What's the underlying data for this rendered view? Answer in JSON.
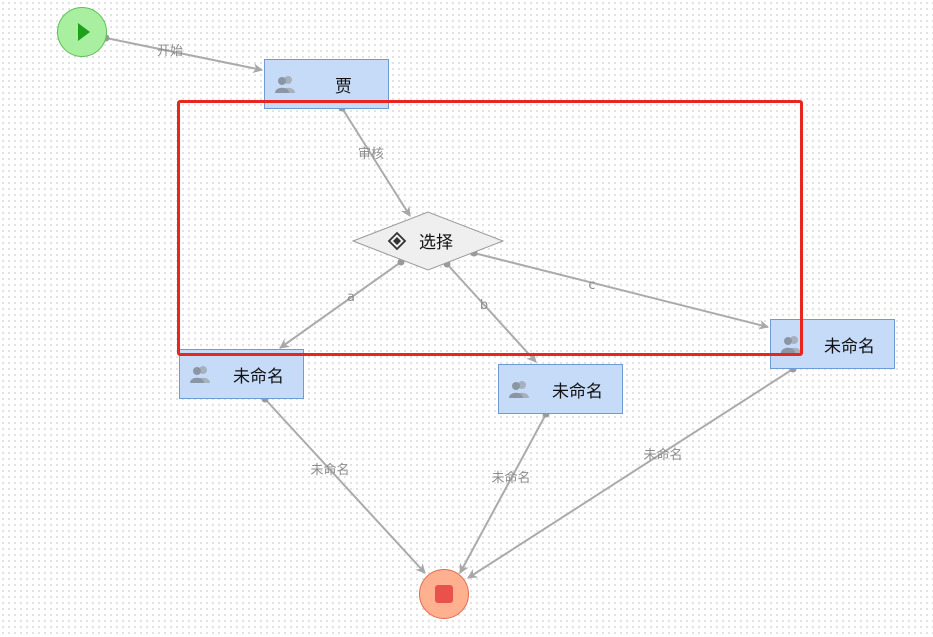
{
  "nodes": {
    "start": {
      "type": "start-event"
    },
    "end": {
      "type": "end-event"
    },
    "task_top": {
      "label": "贾"
    },
    "gateway": {
      "label": "选择"
    },
    "task_a": {
      "label": "未命名"
    },
    "task_b": {
      "label": "未命名"
    },
    "task_c": {
      "label": "未命名"
    }
  },
  "edges": {
    "start_to_top": {
      "label": "开始"
    },
    "top_to_gateway": {
      "label": "审核"
    },
    "gateway_to_a": {
      "label": "a"
    },
    "gateway_to_b": {
      "label": "b"
    },
    "gateway_to_c": {
      "label": "c"
    },
    "a_to_end": {
      "label": "未命名"
    },
    "b_to_end": {
      "label": "未命名"
    },
    "c_to_end": {
      "label": "未命名"
    }
  },
  "colors": {
    "start_fill": "#a8f0a0",
    "start_border": "#5cbf56",
    "end_fill": "#ffb08f",
    "end_border": "#e26c4f",
    "task_fill": "#c6dbf8",
    "task_border": "#6e9bd6",
    "highlight": "#e8251f"
  }
}
